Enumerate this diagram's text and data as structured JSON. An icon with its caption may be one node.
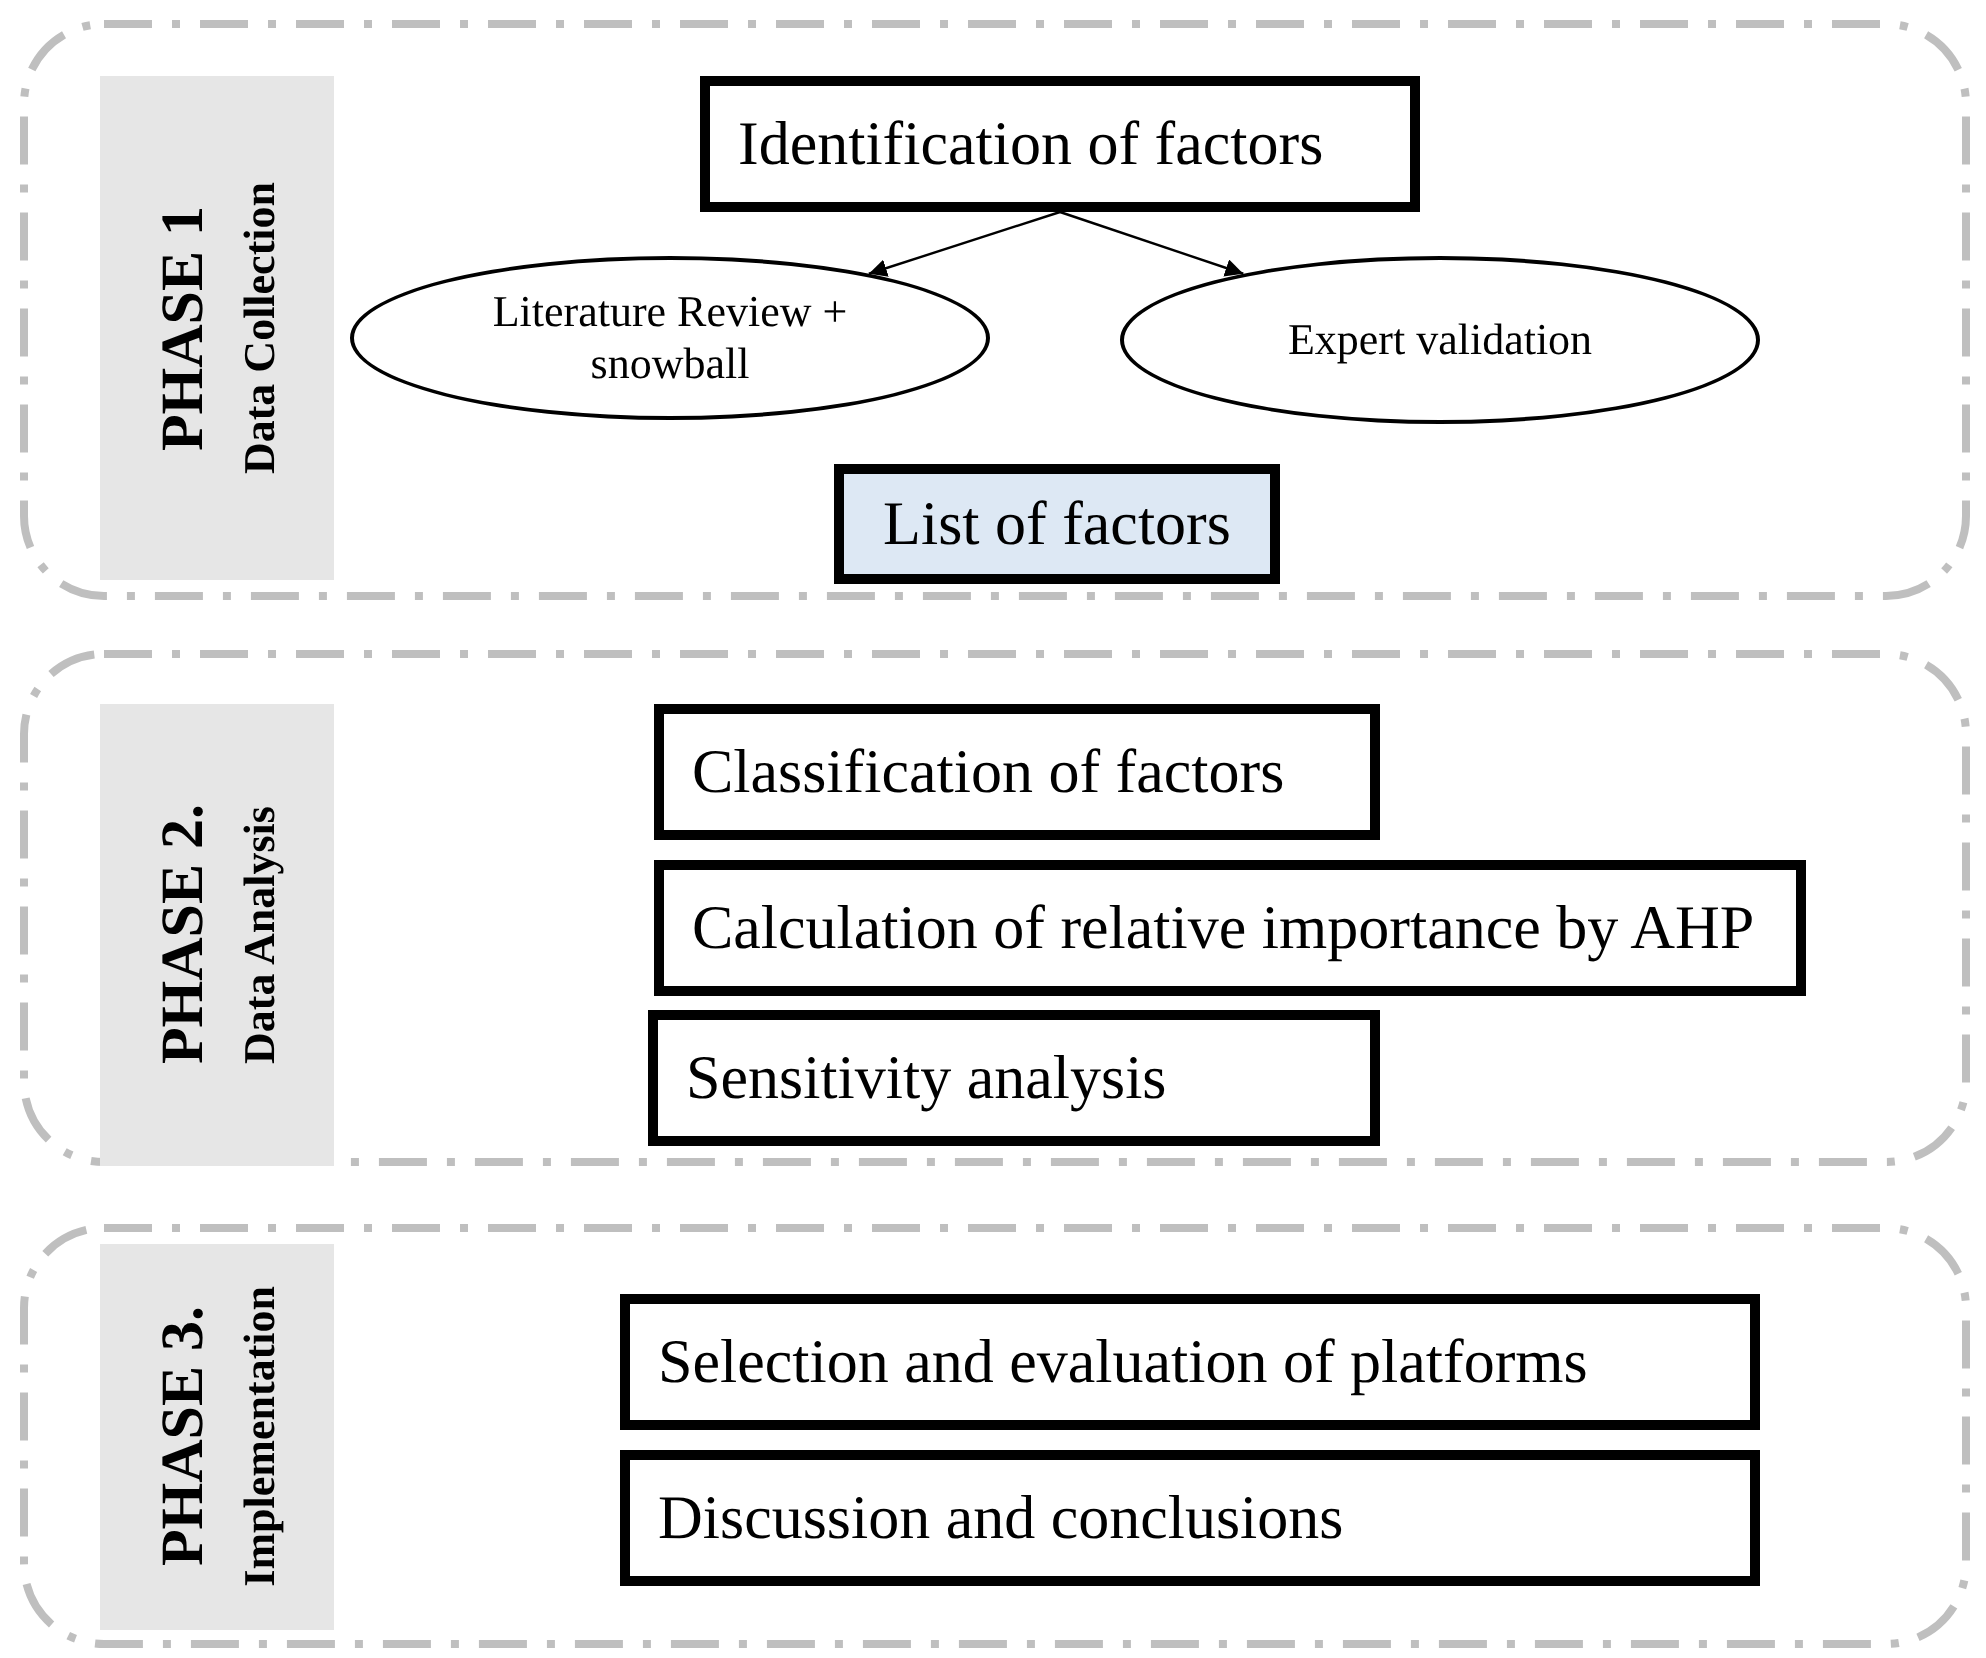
{
  "diagram": {
    "nodes": [
      {
        "text": [],
        "shape": "box"
      },
      {
        "text": [
          "PHASE 1",
          "Data Collection"
        ],
        "in": 0
      },
      {
        "text": [
          "Identification of factors"
        ],
        "in": 0
      },
      {
        "text": [
          "Literature Review + snowball"
        ],
        "in": 0
      },
      {
        "text": [
          "Expert validation"
        ],
        "in": 0
      },
      {
        "text": [
          "List of factors"
        ],
        "in": 0
      },
      {
        "text": [],
        "shape": "box"
      },
      {
        "text": [
          "PHASE 2.",
          "Data Analysis"
        ],
        "in": 6
      },
      {
        "text": [
          "Classification of factors"
        ],
        "in": 6
      },
      {
        "text": [
          "Calculation of relative importance by AHP"
        ],
        "in": 6
      },
      {
        "text": [
          "Sensitivity analysis"
        ],
        "in": 6
      },
      {
        "text": [],
        "shape": "box"
      },
      {
        "text": [
          "PHASE 3.",
          "Implementation"
        ],
        "in": 11
      },
      {
        "text": [
          "Selection and evaluation of platforms"
        ],
        "in": 11
      },
      {
        "text": [
          "Discussion and conclusions"
        ],
        "in": 11
      }
    ],
    "edges": [
      {
        "from": 2,
        "to": 3,
        "arrow": "to"
      },
      {
        "from": 2,
        "to": 4,
        "arrow": "to"
      }
    ]
  }
}
